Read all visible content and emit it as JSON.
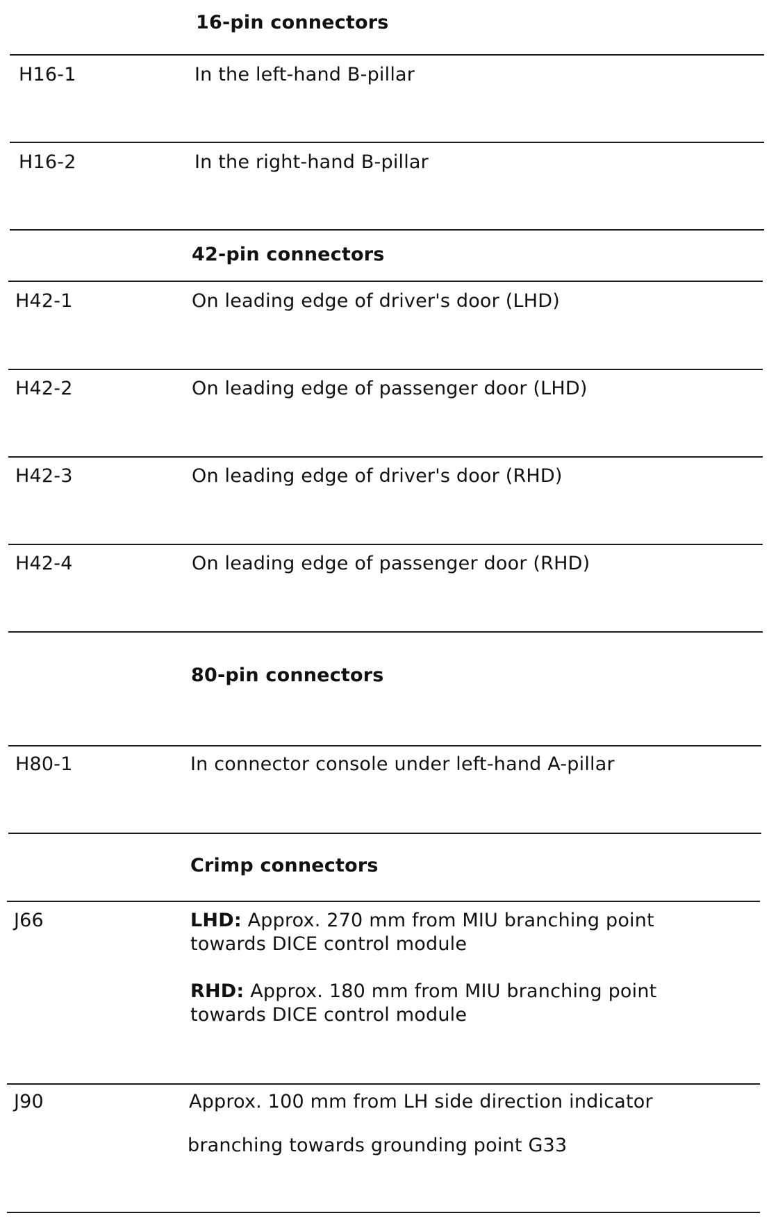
{
  "sections": [
    {
      "heading": "16-pin connectors",
      "rows": [
        {
          "id": "H16-1",
          "desc": "In the left-hand B-pillar"
        },
        {
          "id": "H16-2",
          "desc": "In the right-hand B-pillar"
        }
      ]
    },
    {
      "heading": "42-pin connectors",
      "rows": [
        {
          "id": "H42-1",
          "desc": "On leading edge of driver's door (LHD)"
        },
        {
          "id": "H42-2",
          "desc": "On leading edge of passenger door (LHD)"
        },
        {
          "id": "H42-3",
          "desc": "On leading edge of driver's door (RHD)"
        },
        {
          "id": "H42-4",
          "desc": "On leading edge of passenger door (RHD)"
        }
      ]
    },
    {
      "heading": "80-pin connectors",
      "rows": [
        {
          "id": "H80-1",
          "desc": "In connector console under left-hand A-pillar"
        }
      ]
    },
    {
      "heading": "Crimp connectors",
      "rows": [
        {
          "id": "J66",
          "lhd_label": "LHD:",
          "lhd_line1": " Approx. 270 mm from MIU branching point",
          "lhd_line2": "towards DICE control module",
          "rhd_label": "RHD:",
          "rhd_line1": " Approx. 180 mm from MIU branching point",
          "rhd_line2": "towards DICE control module"
        },
        {
          "id": "J90",
          "desc_line1": "Approx. 100 mm from LH side direction indicator",
          "desc_line2": "branching towards grounding point G33"
        }
      ]
    }
  ]
}
